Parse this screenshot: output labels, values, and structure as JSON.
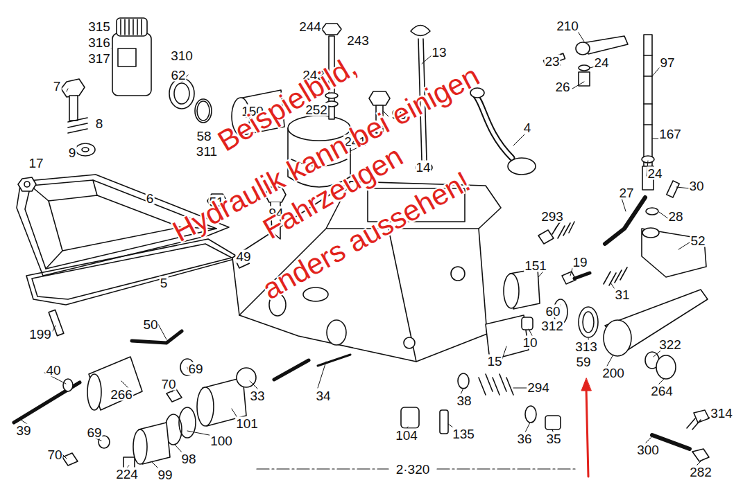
{
  "diagram": {
    "labels": [
      "315",
      "316",
      "317",
      "244",
      "243",
      "13",
      "210",
      "23",
      "24",
      "97",
      "310",
      "62",
      "7",
      "242",
      "26",
      "150",
      "252",
      "95",
      "8",
      "4",
      "167",
      "58",
      "241",
      "311",
      "9",
      "17",
      "14",
      "24",
      "30",
      "27",
      "6",
      "51",
      "94",
      "293",
      "28",
      "52",
      "49",
      "19",
      "151",
      "5",
      "31",
      "60",
      "312",
      "50",
      "199",
      "10",
      "322",
      "313",
      "15",
      "59",
      "69",
      "40",
      "200",
      "70",
      "294",
      "264",
      "266",
      "33",
      "34",
      "38",
      "314",
      "101",
      "39",
      "69",
      "104",
      "135",
      "36",
      "35",
      "100",
      "300",
      "70",
      "98",
      "2·320",
      "282",
      "224",
      "99",
      "Beispielbild,",
      "Hydraulik kann bei einigen",
      "Fahrzeugen",
      "anders aussehen!"
    ]
  }
}
